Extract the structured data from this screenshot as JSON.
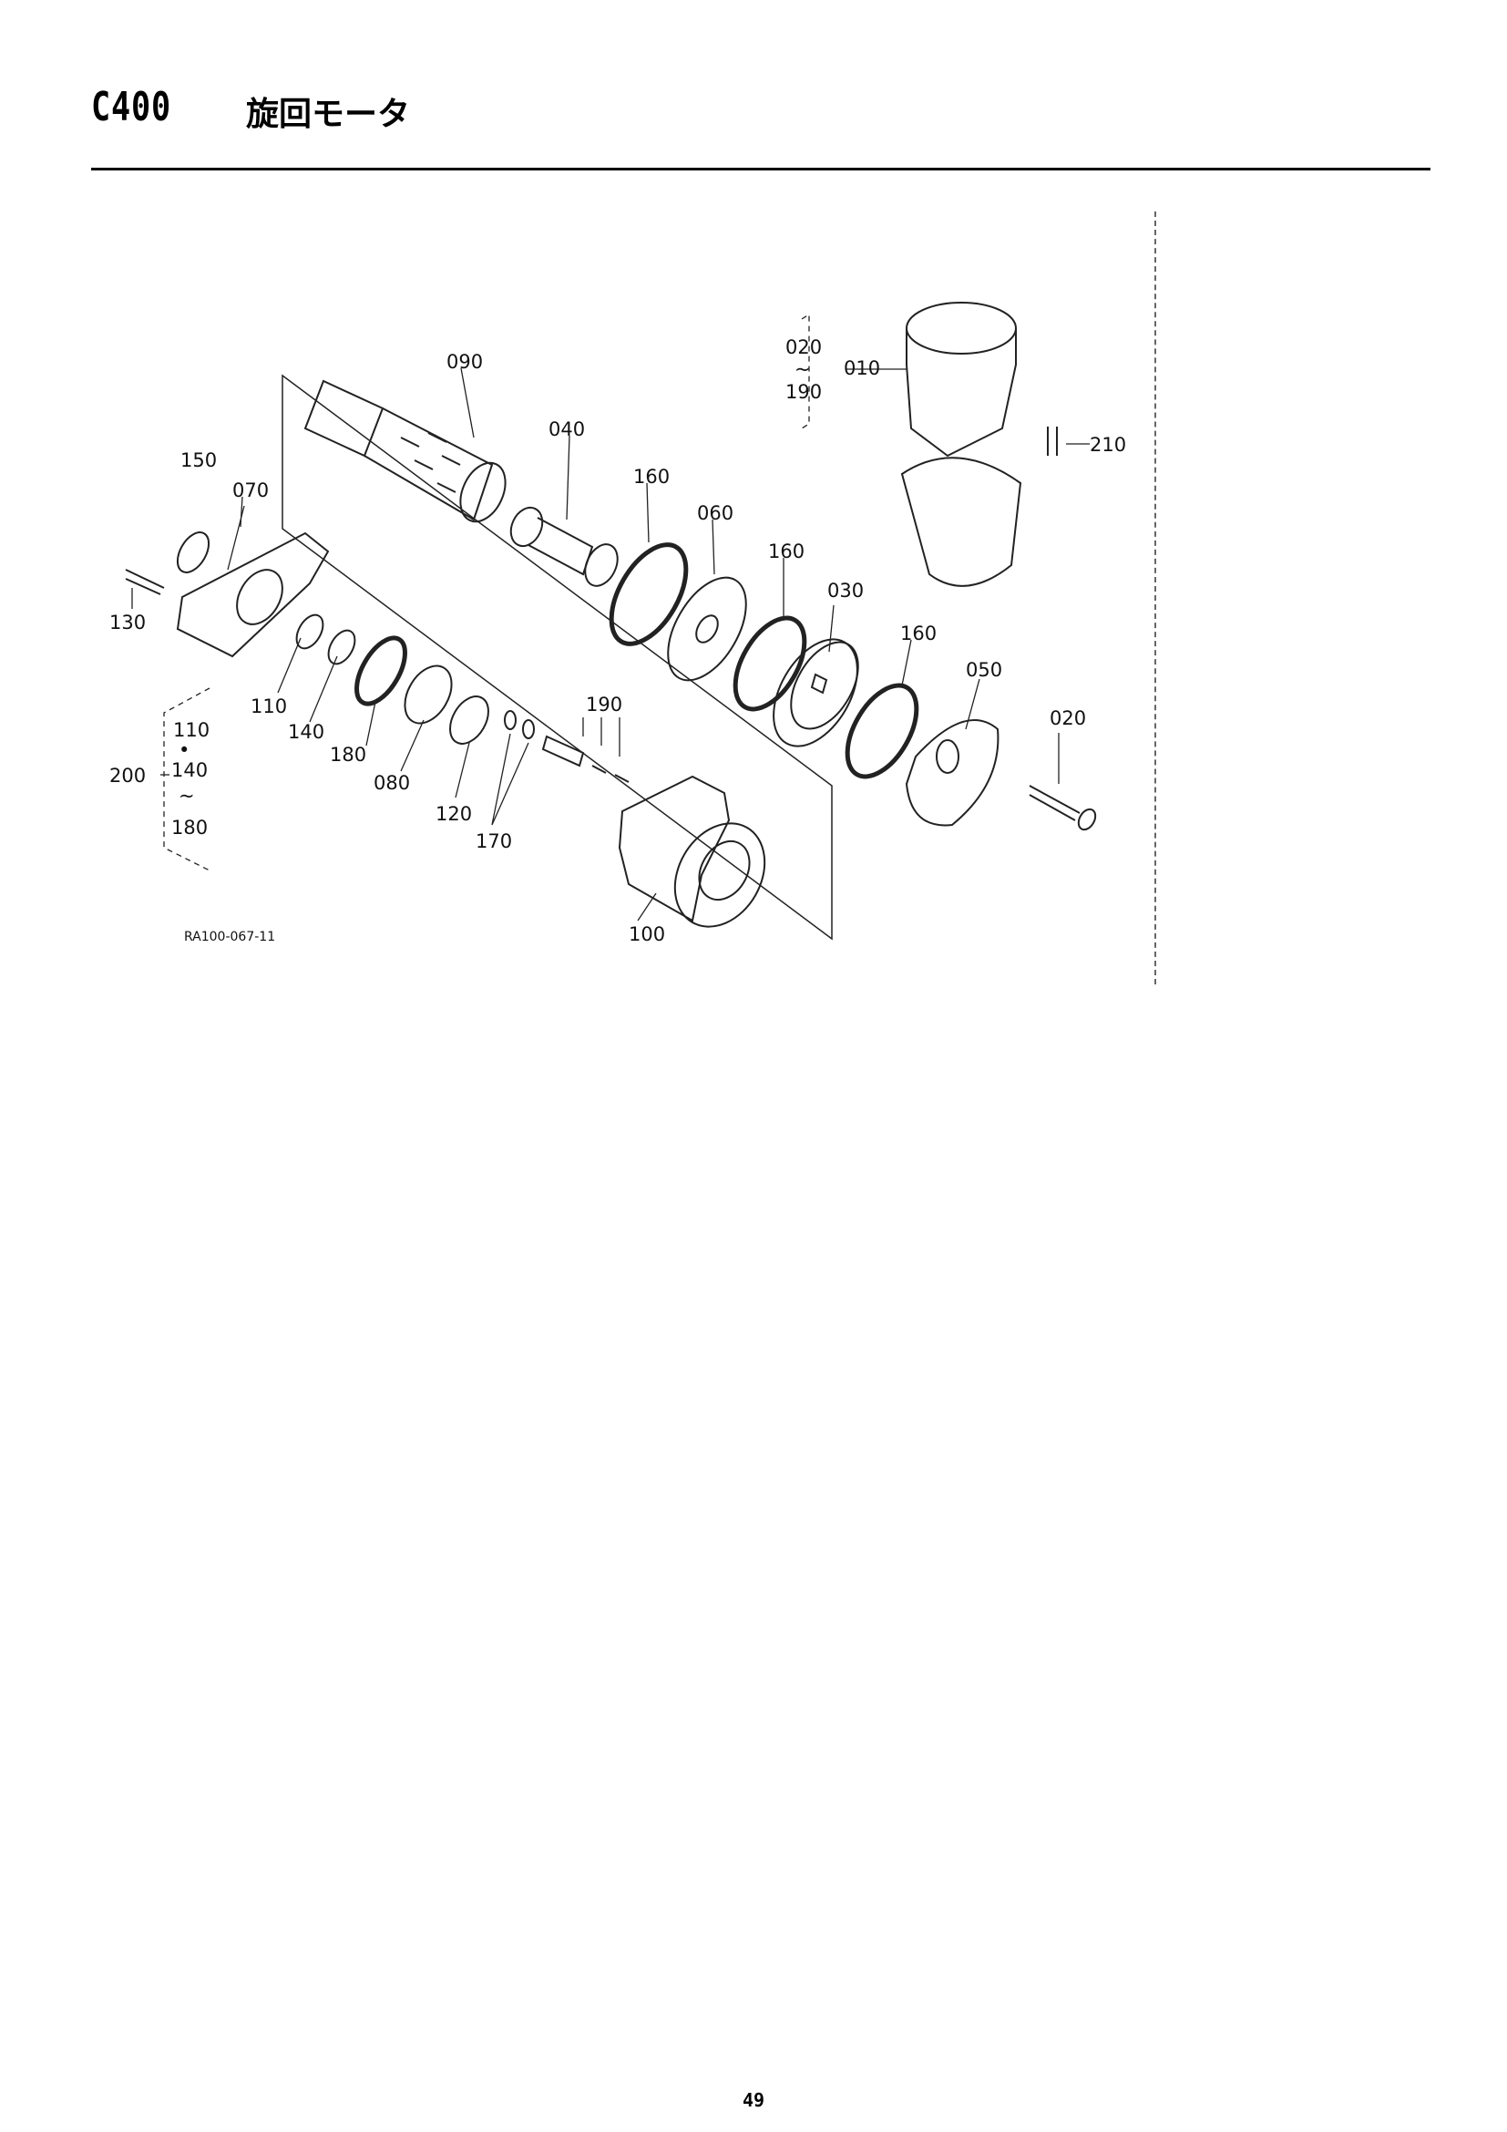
{
  "header": {
    "code": "C400",
    "title": "旋回モータ"
  },
  "figure": {
    "id": "RA100-067-11",
    "labels": {
      "p010": "010",
      "p020a": "020",
      "p020b": "020",
      "p030": "030",
      "p040": "040",
      "p050": "050",
      "p060": "060",
      "p070": "070",
      "p080": "080",
      "p090": "090",
      "p100": "100",
      "p110a": "110",
      "p110b": "110",
      "p120": "120",
      "p130": "130",
      "p140a": "140",
      "p140b": "140",
      "p150": "150",
      "p160a": "160",
      "p160b": "160",
      "p160c": "160",
      "p170": "170",
      "p180a": "180",
      "p180b": "180",
      "p190a": "190",
      "p190b": "190",
      "p200": "200",
      "p210": "210"
    },
    "symbols": {
      "tilde": "~",
      "dot": "•"
    }
  },
  "footer": {
    "page": "49"
  }
}
